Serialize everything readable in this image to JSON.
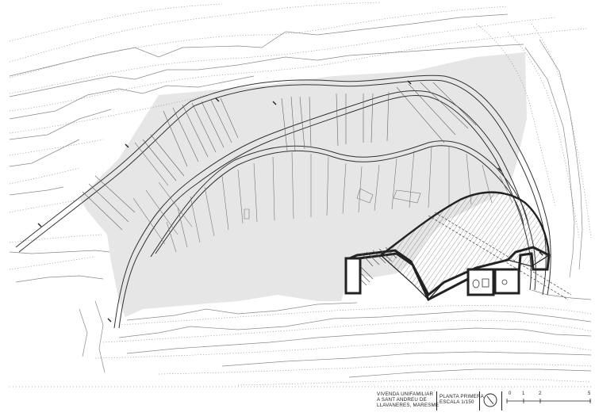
{
  "drawing": {
    "project_lines": [
      "VIVENDA UNIFAMILIAR",
      "A SANT ANDREU DE",
      "LLAVANERES, MARESME"
    ],
    "sheet_lines": [
      "PLANTA PRIMERA",
      "ESCALA 1/150"
    ],
    "scale_ticks": [
      "0",
      "1",
      "2",
      "5"
    ],
    "north_symbol": "north-arrow-icon",
    "colors": {
      "line": "#2b2b2b",
      "fill": "#e6e6e6",
      "thin": "#9a9a9a"
    }
  }
}
